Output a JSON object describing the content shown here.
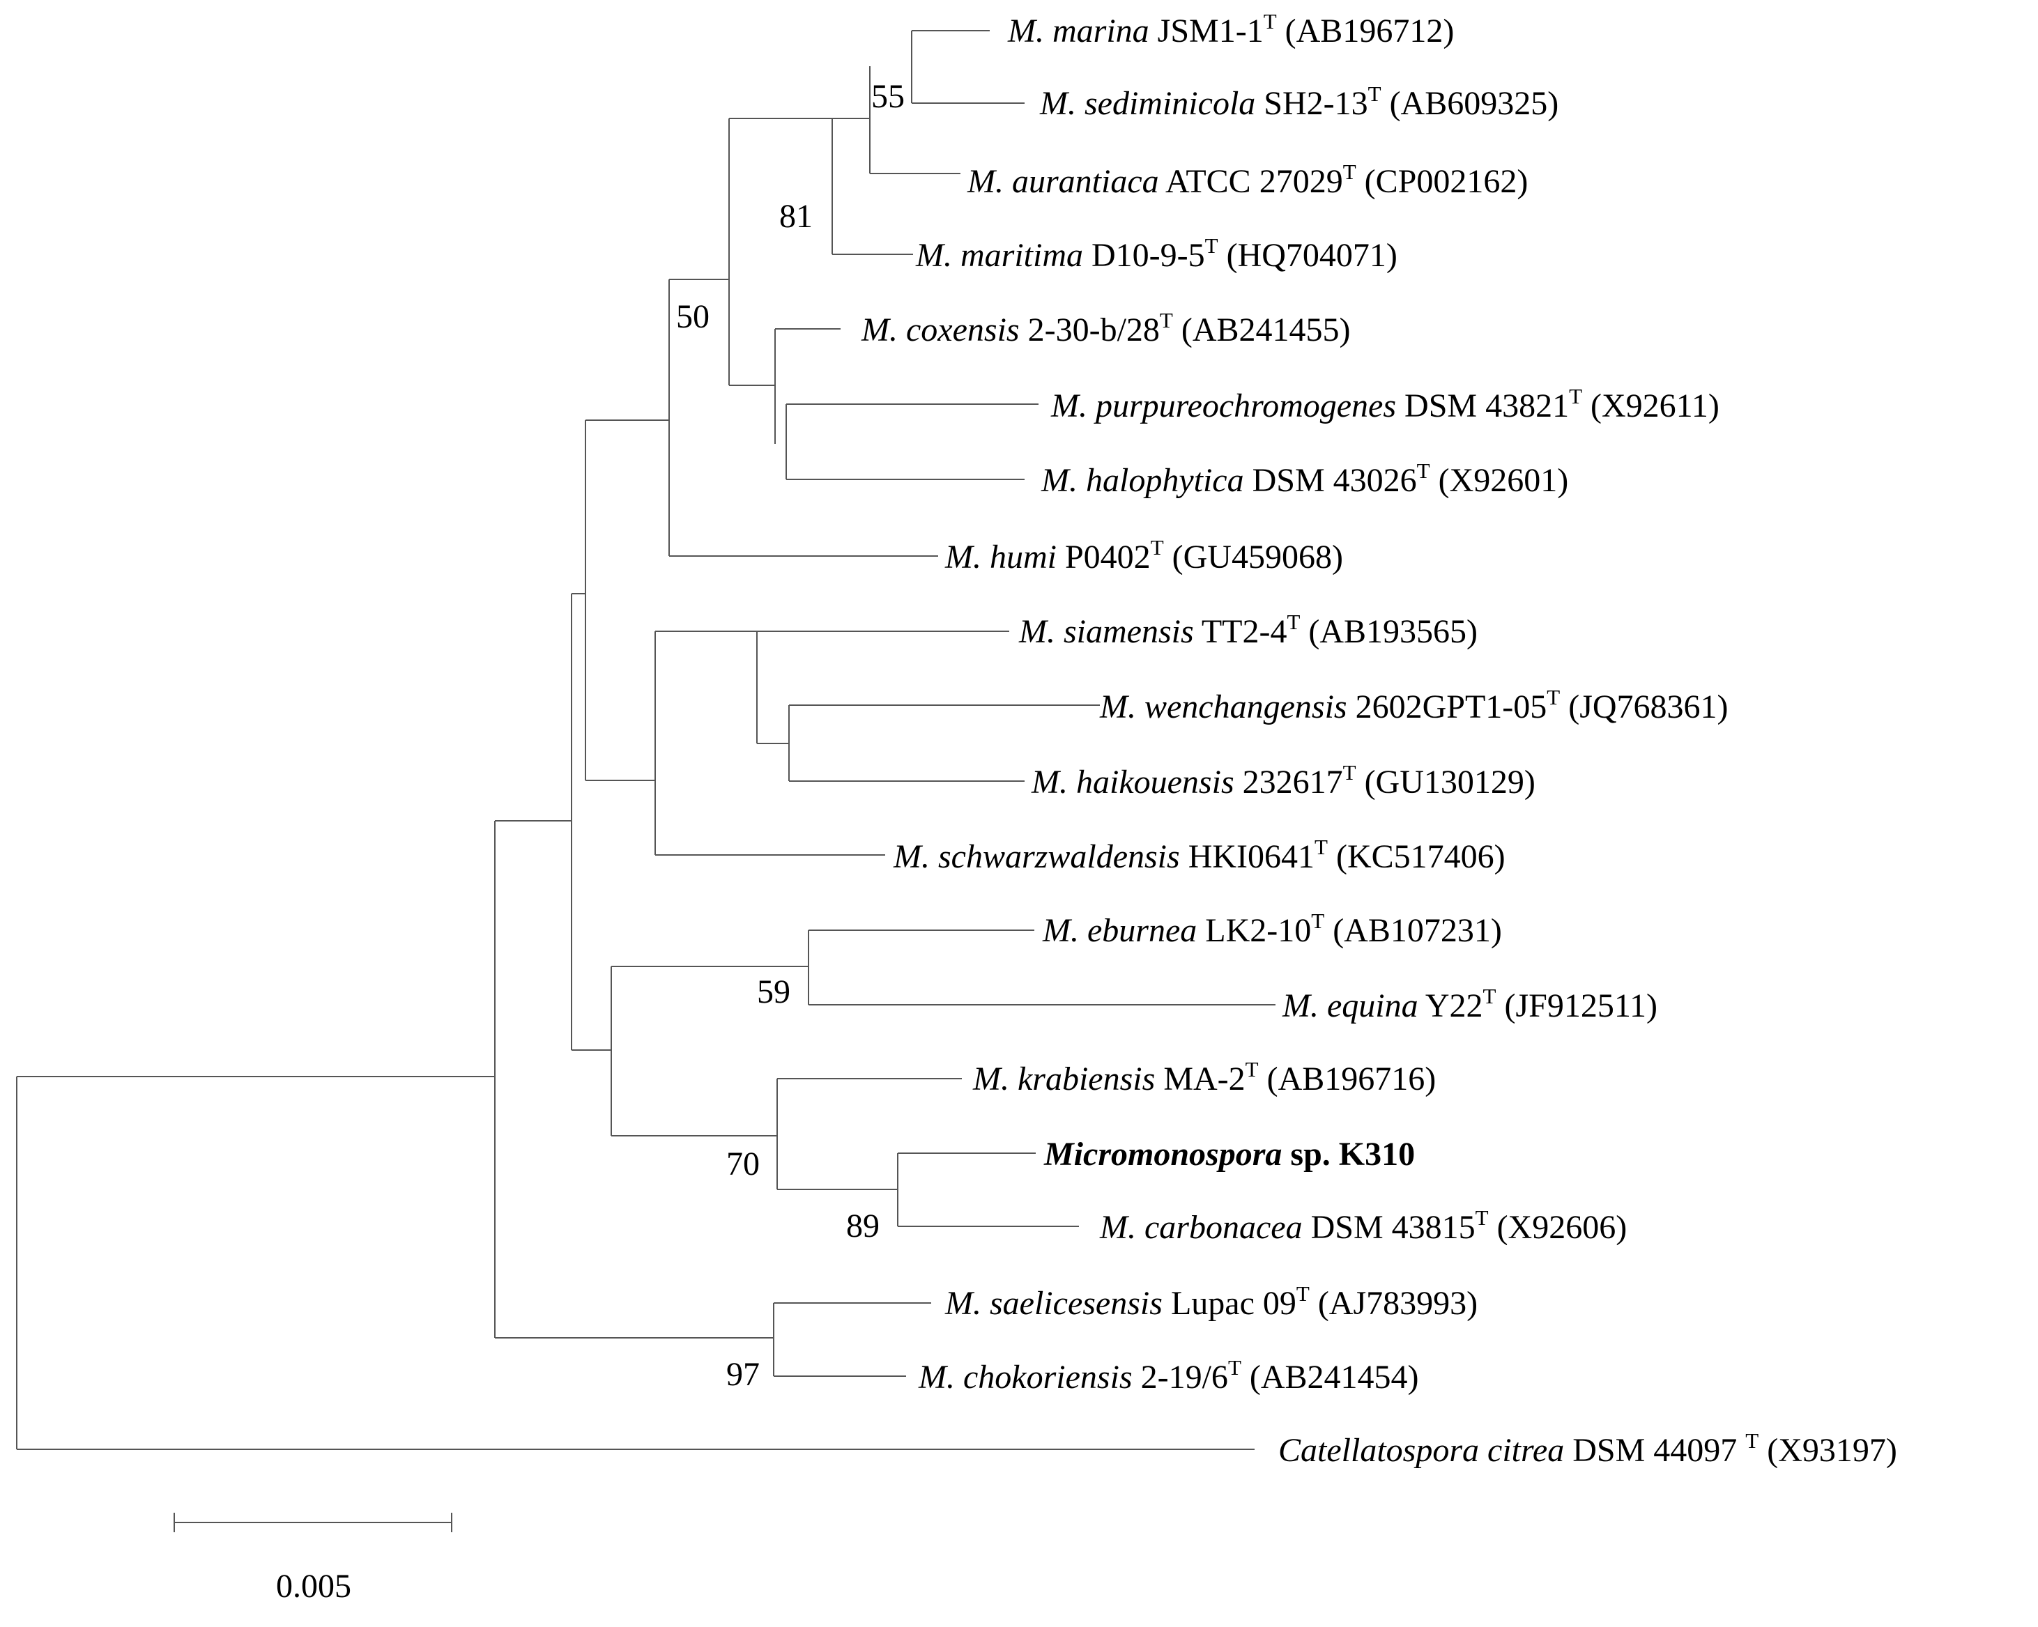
{
  "tree": {
    "leaves": {
      "marina": {
        "genus": "M.",
        "species": "marina",
        "strain": "JSM1-1",
        "type": "T",
        "acc": "(AB196712)"
      },
      "sediminicola": {
        "genus": "M.",
        "species": "sediminicola",
        "strain": "SH2-13",
        "type": "T",
        "acc": "(AB609325)"
      },
      "aurantiaca": {
        "genus": "M.",
        "species": "aurantiaca",
        "strain": "ATCC 27029",
        "type": "T",
        "acc": "(CP002162)"
      },
      "maritima": {
        "genus": "M.",
        "species": "maritima",
        "strain": "D10-9-5",
        "type": "T",
        "acc": "(HQ704071)"
      },
      "coxensis": {
        "genus": "M.",
        "species": "coxensis",
        "strain": "2-30-b/28",
        "type": "T",
        "acc": "(AB241455)"
      },
      "purpureo": {
        "genus": "M.",
        "species": "purpureochromogenes",
        "strain": "DSM 43821",
        "type": "T",
        "acc": "(X92611)"
      },
      "halophytica": {
        "genus": "M.",
        "species": "halophytica",
        "strain": "DSM 43026",
        "type": "T",
        "acc": "(X92601)"
      },
      "humi": {
        "genus": "M.",
        "species": "humi",
        "strain": "P0402",
        "type": "T",
        "acc": "(GU459068)"
      },
      "siamensis": {
        "genus": "M.",
        "species": "siamensis",
        "strain": "TT2-4",
        "type": "T",
        "acc": "(AB193565)"
      },
      "wenchangensis": {
        "genus": "M.",
        "species": "wenchangensis",
        "strain": "2602GPT1-05",
        "type": "T",
        "acc": "(JQ768361)"
      },
      "haikouensis": {
        "genus": "M.",
        "species": "haikouensis",
        "strain": "232617",
        "type": "T",
        "acc": "(GU130129)"
      },
      "schwarz": {
        "genus": "M.",
        "species": "schwarzwaldensis",
        "strain": "HKI0641",
        "type": "T",
        "acc": "(KC517406)"
      },
      "eburnea": {
        "genus": "M.",
        "species": "eburnea",
        "strain": "LK2-10",
        "type": "T",
        "acc": "(AB107231)"
      },
      "equina": {
        "genus": "M.",
        "species": "equina",
        "strain": "Y22",
        "type": "T",
        "acc": "(JF912511)"
      },
      "krabiensis": {
        "genus": "M.",
        "species": "krabiensis",
        "strain": "MA-2",
        "type": "T",
        "acc": "(AB196716)"
      },
      "k310": {
        "name_bold_italic": "Micromonospora",
        "name_bold": " sp. K310"
      },
      "carbonacea": {
        "genus": "M.",
        "species": "carbonacea",
        "strain": "DSM 43815",
        "type": "T",
        "acc": "(X92606)"
      },
      "saelicesensis": {
        "genus": "M.",
        "species": "saelicesensis",
        "strain": "Lupac 09",
        "type": "T",
        "acc": "(AJ783993)"
      },
      "chokoriensis": {
        "genus": "M.",
        "species": "chokoriensis",
        "strain": "2-19/6",
        "type": "T",
        "acc": "(AB241454)"
      },
      "catellatospora": {
        "genus": "Catellatospora",
        "species": "citrea",
        "strain": "DSM 44097",
        "type": "T",
        "acc": "(X93197)"
      }
    },
    "bootstrap": {
      "b55": "55",
      "b81": "81",
      "b50": "50",
      "b59": "59",
      "b70": "70",
      "b89": "89",
      "b97": "97"
    },
    "scale_label": "0.005"
  }
}
